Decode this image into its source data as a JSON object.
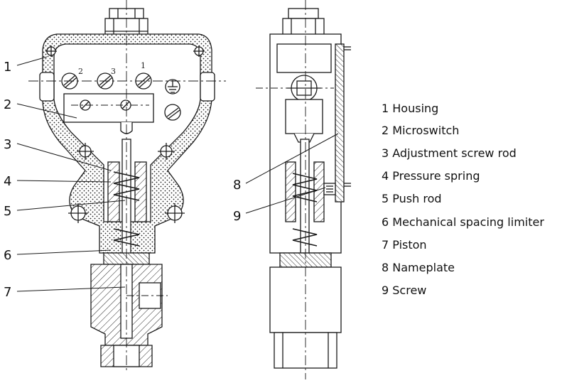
{
  "callouts_left": [
    "1",
    "2",
    "3",
    "4",
    "5",
    "6",
    "7"
  ],
  "callouts_side": [
    "8",
    "9"
  ],
  "switch_numbers": [
    "2",
    "3",
    "1"
  ],
  "legend": [
    "1 Housing",
    "2 Microswitch",
    "3 Adjustment screw rod",
    "4 Pressure spring",
    "5 Push rod",
    "6 Mechanical spacing limiter",
    "7 Piston",
    "8 Nameplate",
    "9 Screw"
  ],
  "colors": {
    "line": "#1a1a1a",
    "background": "#ffffff"
  }
}
